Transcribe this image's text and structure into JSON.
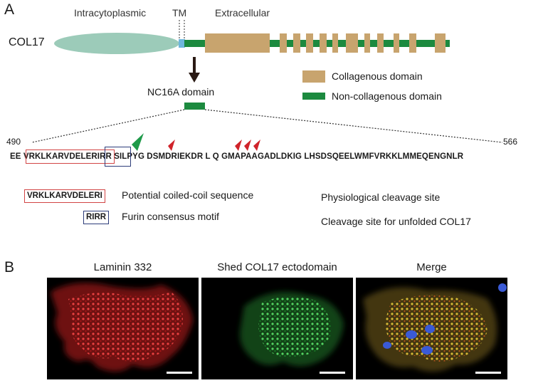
{
  "panel_a": {
    "letter": "A",
    "region_labels": {
      "intracytoplasmic": "Intracytoplasmic",
      "tm": "TM",
      "extracellular": "Extracellular"
    },
    "protein_name": "COL17",
    "domain_label": "NC16A domain",
    "sequence": {
      "start_index": "490",
      "end_index": "566",
      "prefix": "EE",
      "coiled_coil": "VRKLKARVDELE",
      "overlap": "RI",
      "furin_tail": "RR",
      "rest": "SILPYG DSMDRIEKDR L Q GMAPAAGADLDKIG LHSDSQEELWMFVRKKLMMEQENGNLR"
    },
    "legend": {
      "collagenous_label": "Collagenous domain",
      "noncollagenous_label": "Non-collagenous domain",
      "coiled_box": "VRKLKARVDELERI",
      "coiled_text": "Potential coiled-coil sequence",
      "furin_box": "RIRR",
      "furin_text": "Furin consensus motif",
      "physio_text": "Physiological cleavage site",
      "unfolded_text": "Cleavage site for unfolded COL17"
    },
    "colors": {
      "ectoplasmic_ellipse": "#9ccbb9",
      "collagenous": "#c8a46e",
      "noncollagenous": "#1c8a3f",
      "tm": "#6fb7dc",
      "red_arrow": "#d0232a",
      "green_arrow": "#1f9a4a",
      "coiled_box": "#d24545",
      "furin_box": "#2d3d7a"
    }
  },
  "panel_b": {
    "letter": "B",
    "images": [
      {
        "title": "Laminin 332",
        "stain": "red"
      },
      {
        "title": "Shed COL17 ectodomain",
        "stain": "green"
      },
      {
        "title": "Merge",
        "stain": "merge"
      }
    ]
  }
}
